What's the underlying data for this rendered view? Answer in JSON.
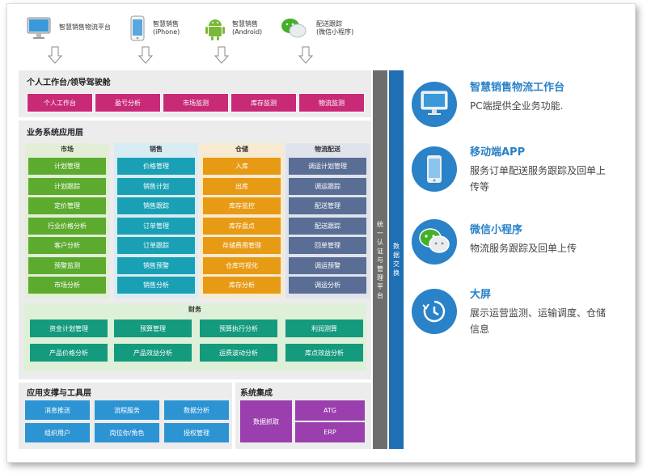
{
  "top_devices": [
    {
      "icon": "monitor-icon",
      "label_lines": [
        "智慧销售物流平台"
      ]
    },
    {
      "icon": "iphone-icon",
      "label_lines": [
        "智慧销售",
        "(iPhone)"
      ]
    },
    {
      "icon": "android-icon",
      "label_lines": [
        "智慧销售",
        "(Android)"
      ]
    },
    {
      "icon": "wechat-icon",
      "label_lines": [
        "配送跟踪",
        "(微信小程序)"
      ]
    }
  ],
  "personal": {
    "title": "个人工作台/领导驾驶舱",
    "items": [
      "个人工作台",
      "盈亏分析",
      "市场监测",
      "库存监测",
      "物流监测"
    ]
  },
  "business": {
    "title": "业务系统应用层",
    "columns": [
      {
        "name": "市场",
        "color": "#5cab2f",
        "items": [
          "计划管理",
          "计划跟踪",
          "定价管理",
          "行业价格分析",
          "客户分析",
          "预警监测",
          "市场分析"
        ]
      },
      {
        "name": "销售",
        "color": "#1aa0b4",
        "items": [
          "价格管理",
          "销售计划",
          "销售跟踪",
          "订单管理",
          "订单跟踪",
          "销售预警",
          "销售分析"
        ]
      },
      {
        "name": "仓储",
        "color": "#e79a14",
        "items": [
          "入库",
          "出库",
          "库存监控",
          "库存盘点",
          "存储费用管理",
          "仓库可视化",
          "库存分析"
        ]
      },
      {
        "name": "物流配送",
        "color": "#5a6e95",
        "items": [
          "调运计划管理",
          "调运跟踪",
          "配送管理",
          "配送跟踪",
          "回单管理",
          "调运预警",
          "调运分析"
        ]
      }
    ],
    "finance": {
      "title": "财务",
      "rows": [
        [
          "资金计划管理",
          "预算管理",
          "预算执行分析",
          "利润测算"
        ],
        [
          "产品价格分析",
          "产品效益分析",
          "运费波动分析",
          "库点效益分析"
        ]
      ]
    }
  },
  "support": {
    "title": "应用支撑与工具层",
    "rows": [
      [
        "消息推送",
        "流程服务",
        "数据分析"
      ],
      [
        "组织用户",
        "岗位你/角色",
        "授权管理"
      ]
    ]
  },
  "integration": {
    "title": "系统集成",
    "left": "数据抓取",
    "right": [
      "ATG",
      "ERP"
    ]
  },
  "auth_bar": "统一认证与管理平台",
  "exchange_bar": "数据交换",
  "features": [
    {
      "icon": "monitor-icon",
      "title": "智慧销售物流工作台",
      "desc_lines": [
        "PC端提供全业务功能."
      ]
    },
    {
      "icon": "phone-icon",
      "title": "移动端APP",
      "desc_lines": [
        "服务订单配送服务跟踪及回单上",
        "传等"
      ]
    },
    {
      "icon": "wechat-icon",
      "title": "微信小程序",
      "desc_lines": [
        "物流服务跟踪及回单上传"
      ]
    },
    {
      "icon": "clock-icon",
      "title": "大屏",
      "desc_lines": [
        "展示运营监测、运输调度、仓储",
        "信息"
      ]
    }
  ]
}
